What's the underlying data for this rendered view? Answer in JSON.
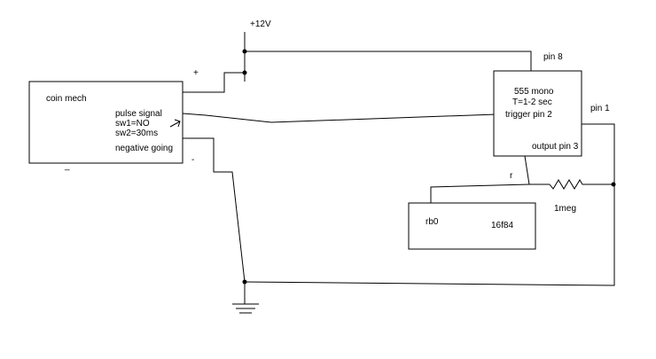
{
  "supply": {
    "label": "+12V"
  },
  "coin_mech": {
    "title": "coin mech",
    "pulse_signal": "pulse signal",
    "sw1": "sw1=NO",
    "sw2": "sw2=30ms",
    "negative_going": "negative going",
    "plus": "+",
    "minus": "-",
    "underline": "_"
  },
  "timer": {
    "line1": "555 mono",
    "line2": "T=1-2 sec",
    "trigger": "trigger pin 2",
    "output": "output pin 3",
    "pin8": "pin 8",
    "pin1": "pin 1"
  },
  "mcu": {
    "pin": "rb0",
    "name": "16f84"
  },
  "resistor": {
    "value": "1meg",
    "tag": "r"
  },
  "colors": {
    "line": "#000000",
    "background": "#ffffff"
  }
}
